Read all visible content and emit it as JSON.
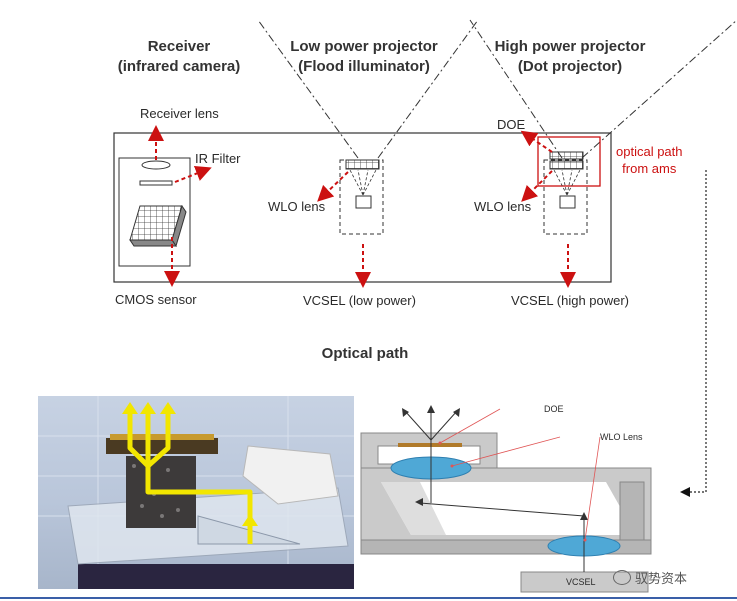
{
  "headings": {
    "receiver_line1": "Receiver",
    "receiver_line2": "(infrared camera)",
    "low_line1": "Low power projector",
    "low_line2": "(Flood illuminator)",
    "high_line1": "High power projector",
    "high_line2": "(Dot projector)"
  },
  "labels": {
    "receiver_lens": "Receiver lens",
    "ir_filter": "IR Filter",
    "cmos_sensor": "CMOS sensor",
    "wlo_lens_low": "WLO lens",
    "wlo_lens_high": "WLO lens",
    "doe": "DOE",
    "vcsel_low": "VCSEL (low power)",
    "vcsel_high": "VCSEL (high power)",
    "optical_path_note_line1": "optical path",
    "optical_path_note_line2": "from ams"
  },
  "section_title": "Optical path",
  "schematic": {
    "doe": "DOE",
    "wlo_lens": "WLO Lens",
    "vcsel": "VCSEL"
  },
  "watermark": "驭势资本",
  "colors": {
    "arrow_red": "#cc1111",
    "yellow_path": "#f2e600",
    "lens_blue": "#4fa8d6",
    "grey_block": "#c8c8c8"
  }
}
